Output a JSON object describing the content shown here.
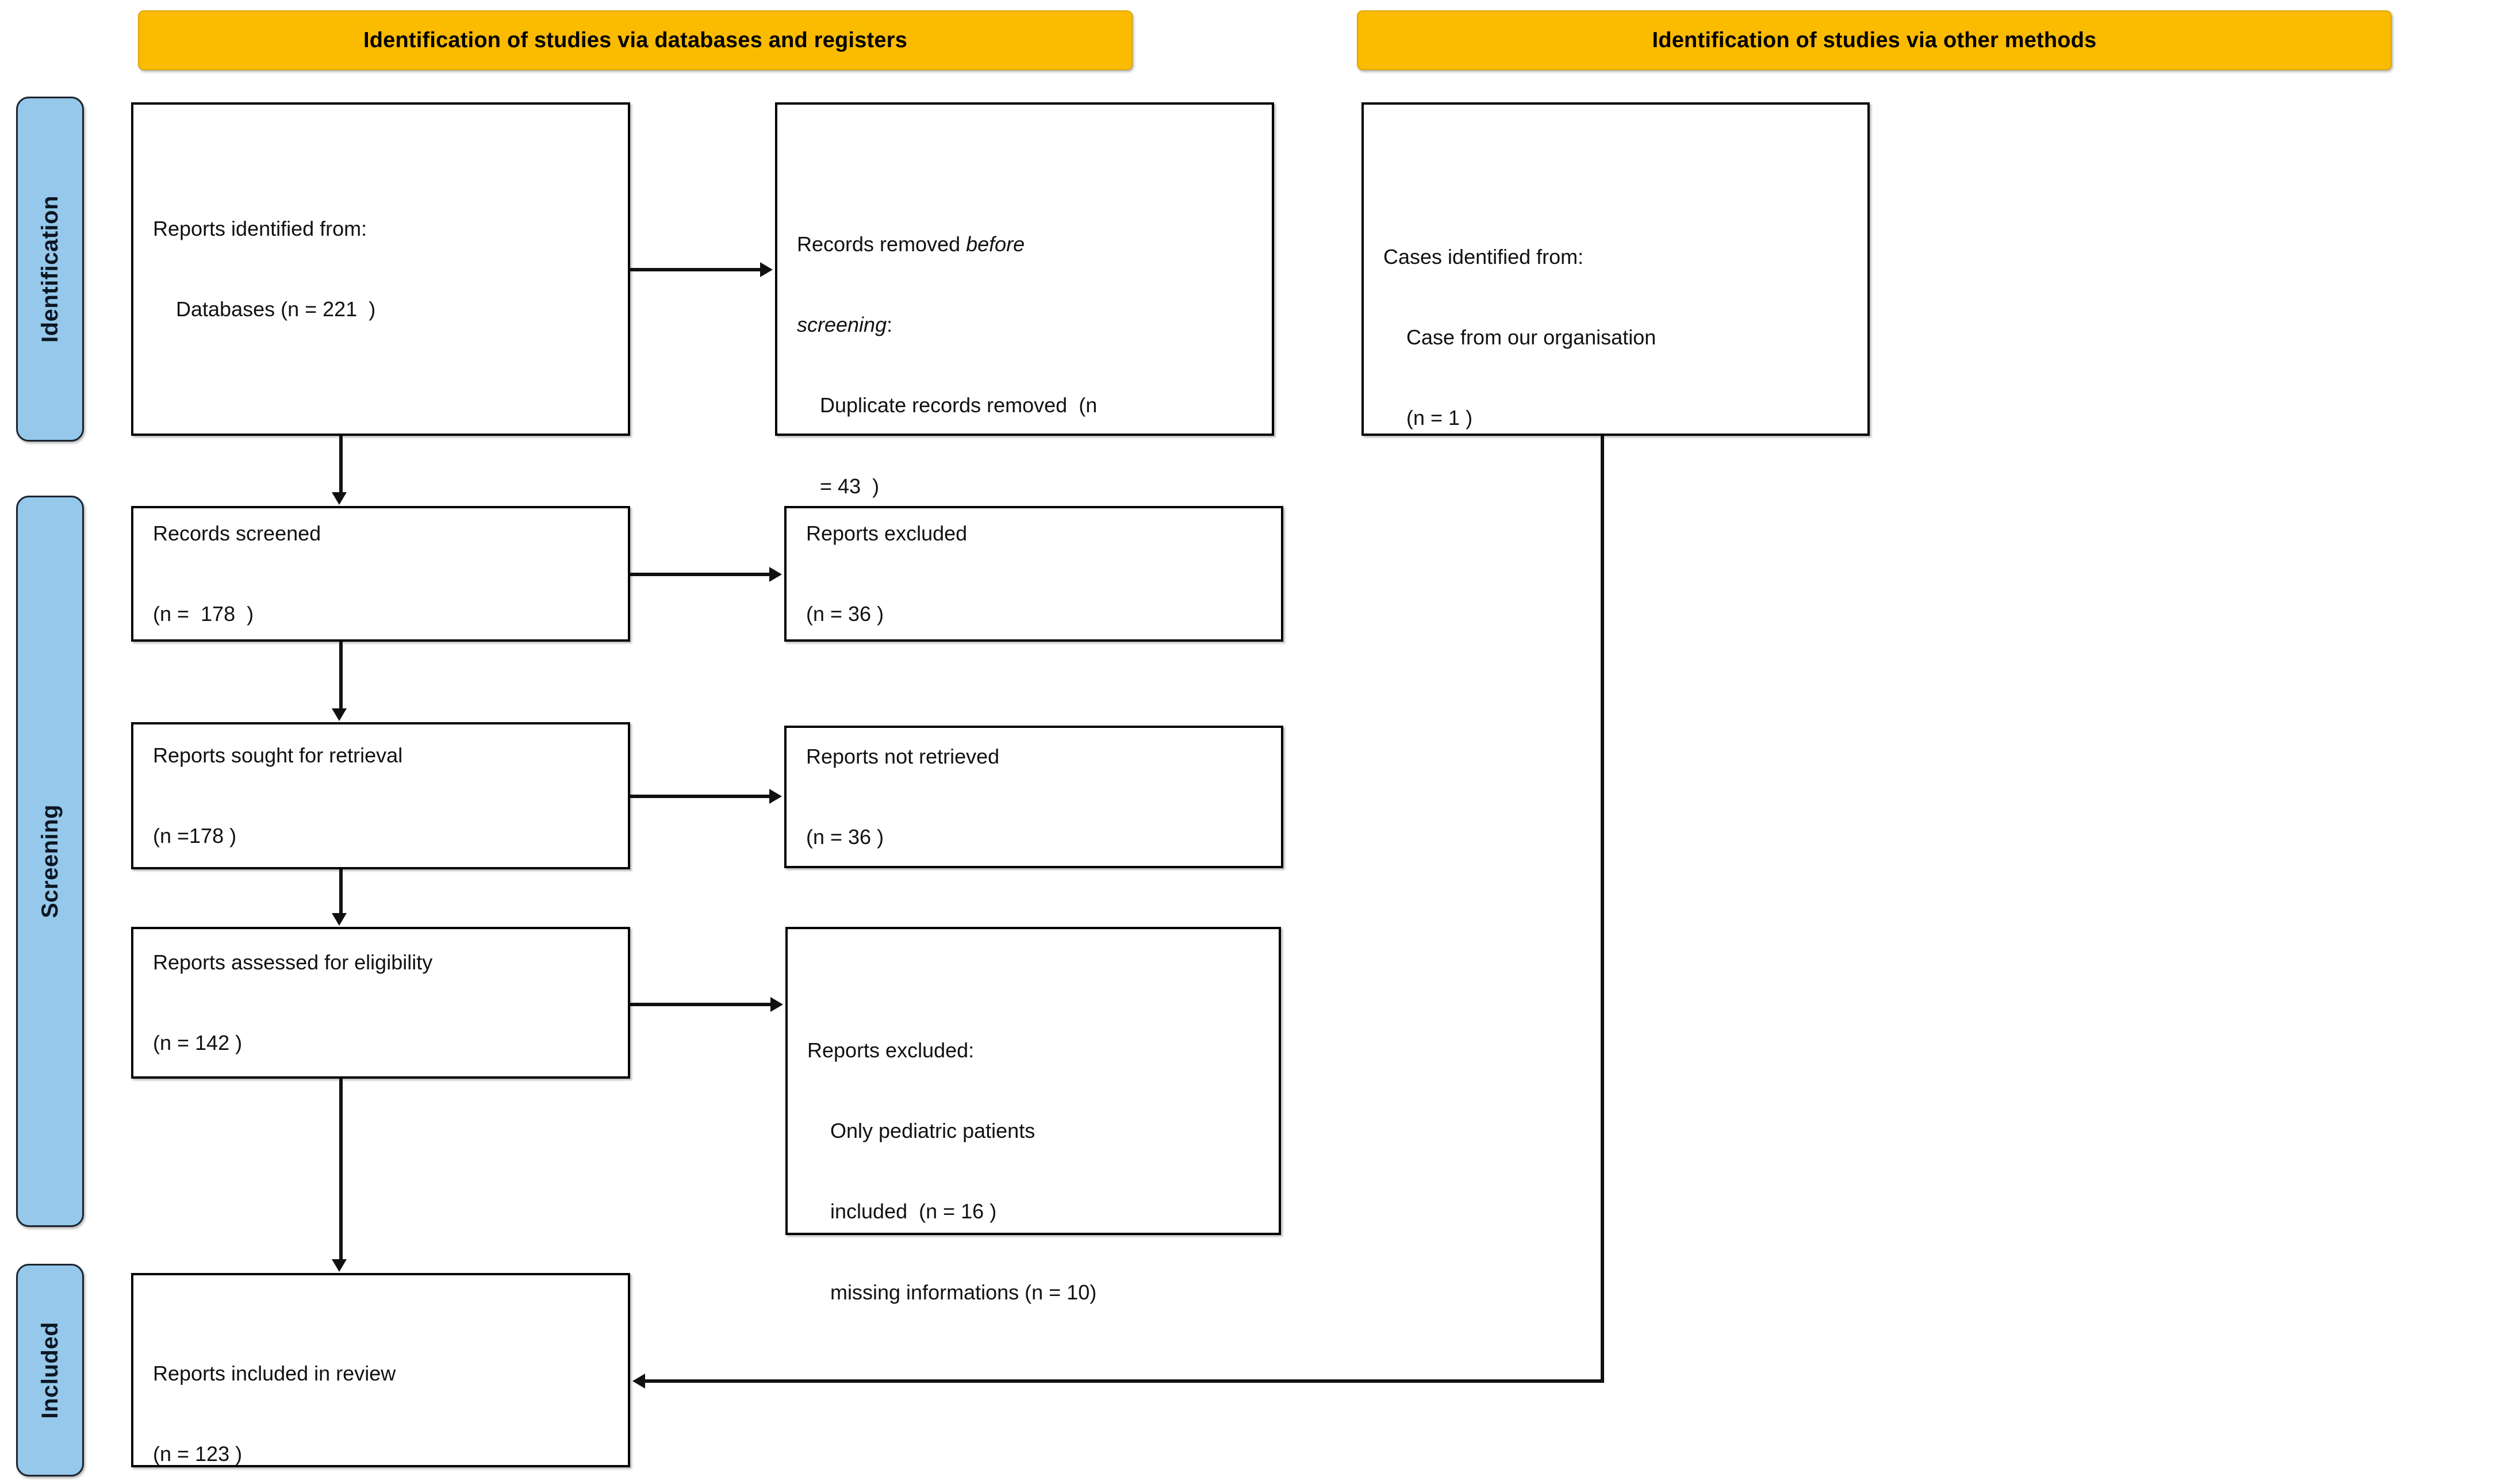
{
  "diagram": {
    "title": "PRISMA 2020 flow diagram",
    "colors": {
      "banner_fill": "#FBBB00",
      "banner_border": "#E0A800",
      "stage_tab_fill": "#95C8EA",
      "stage_tab_border": "#1C2430",
      "box_border": "#000000",
      "box_fill": "#FFFFFF",
      "connector": "#111111"
    }
  },
  "banners": {
    "left": "Identification of studies via databases and registers",
    "right": "Identification of studies via other methods"
  },
  "stages": [
    {
      "id": "identification",
      "label": "Identification"
    },
    {
      "id": "screening",
      "label": "Screening"
    },
    {
      "id": "included",
      "label": "Included"
    }
  ],
  "nodes": {
    "records_identified": {
      "line1": "Reports identified from:",
      "line2": "    Databases (n = 221  )"
    },
    "records_removed": {
      "line1_a": "Records removed ",
      "line1_b": "before",
      "line2_a": "screening",
      "line2_b": ":",
      "line3": "    Duplicate records removed  (n",
      "line4": "    = 43  )"
    },
    "cases_identified": {
      "line1": "Cases identified from:",
      "line2": "    Case from our organisation",
      "line3": "    (n = 1 )"
    },
    "records_screened": {
      "line1": "Records screened",
      "line2": "(n =  178  )"
    },
    "reports_excluded_1": {
      "line1": "Reports excluded",
      "line2": "(n = 36 )"
    },
    "reports_sought": {
      "line1": "Reports sought for retrieval",
      "line2": "(n =178 )"
    },
    "reports_not_retrieved": {
      "line1": "Reports not retrieved",
      "line2": "(n = 36 )"
    },
    "reports_assessed": {
      "line1": "Reports assessed for eligibility",
      "line2": "(n = 142 )"
    },
    "reports_excluded_2": {
      "line1": "Reports excluded:",
      "line2": "    Only pediatric patients",
      "line3": "    included  (n = 16 )",
      "line4": "    missing informations (n = 10)"
    },
    "reports_included": {
      "line1": "Reports included in review",
      "line2": "(n = 123 )"
    }
  },
  "chart_data": {
    "type": "diagram",
    "title": "PRISMA 2020 flow diagram for new systematic reviews",
    "flow": [
      {
        "step": "Reports identified from Databases",
        "n": 221,
        "stage": "Identification",
        "column": "databases"
      },
      {
        "step": "Duplicate records removed before screening",
        "n": 43,
        "stage": "Identification",
        "column": "exclusions"
      },
      {
        "step": "Cases identified from our organisation",
        "n": 1,
        "stage": "Identification",
        "column": "other-methods"
      },
      {
        "step": "Records screened",
        "n": 178,
        "stage": "Screening",
        "column": "databases"
      },
      {
        "step": "Reports excluded",
        "n": 36,
        "stage": "Screening",
        "column": "exclusions"
      },
      {
        "step": "Reports sought for retrieval",
        "n": 178,
        "stage": "Screening",
        "column": "databases"
      },
      {
        "step": "Reports not retrieved",
        "n": 36,
        "stage": "Screening",
        "column": "exclusions"
      },
      {
        "step": "Reports assessed for eligibility",
        "n": 142,
        "stage": "Screening",
        "column": "databases"
      },
      {
        "step": "Reports excluded: Only pediatric patients included",
        "n": 16,
        "stage": "Screening",
        "column": "exclusions"
      },
      {
        "step": "Reports excluded: missing informations",
        "n": 10,
        "stage": "Screening",
        "column": "exclusions"
      },
      {
        "step": "Reports included in review",
        "n": 123,
        "stage": "Included",
        "column": "databases"
      }
    ]
  }
}
